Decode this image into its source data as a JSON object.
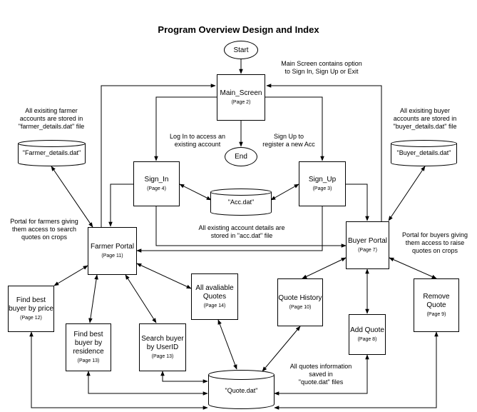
{
  "title": "Program Overview Design and Index",
  "start_label": "Start",
  "end_label": "End",
  "boxes": {
    "main": {
      "name": "Main_Screen",
      "page": "(Page 2)"
    },
    "signin": {
      "name": "Sign_In",
      "page": "(Page 4)"
    },
    "signup": {
      "name": "Sign_Up",
      "page": "(Page 3)"
    },
    "farmer": {
      "name": "Farmer Portal",
      "page": "(Page 11)"
    },
    "buyer": {
      "name": "Buyer Portal",
      "page": "(Page 7)"
    },
    "findprice": {
      "name": "Find best buyer by price",
      "page": "(Page 12)"
    },
    "findres": {
      "name": "Find best buyer by residence",
      "page": "(Page 13)"
    },
    "searchid": {
      "name": "Search buyer by UserID",
      "page": "(Page 13)"
    },
    "allquotes": {
      "name": "All avaliable Quotes",
      "page": "(Page 14)"
    },
    "history": {
      "name": "Quote History",
      "page": "(Page 10)"
    },
    "addquote": {
      "name": "Add Quote",
      "page": "(Page 8)"
    },
    "removequote": {
      "name": "Remove Quote",
      "page": "(Page 9)"
    }
  },
  "stores": {
    "farmer_details": "\"Farmer_details.dat\"",
    "buyer_details": "\"Buyer_details.dat\"",
    "acc": "\"Acc.dat\"",
    "quote": "\"Quote.dat\""
  },
  "notes": {
    "main_options": "Main Screen contains option\nto Sign In, Sign Up or Exit",
    "farmer_accounts": "All exisiting farmer\naccounts are stored in\n\"farmer_details.dat\" file",
    "buyer_accounts": "All exisiting buyer\naccounts are stored in\n\"buyer_details.dat\" file",
    "login": "Log In to access an\nexisting account",
    "signup": "Sign Up to\nregister a new Acc",
    "acc_stored": "All existing account details are\nstored in \"acc.dat\" file",
    "farmer_portal": "Portal for farmers giving\nthem access to search\nquotes on crops",
    "buyer_portal": "Portal for buyers giving\nthem access to raise\nquotes on crops",
    "quotes_saved": "All quotes information\nsaved in\n\"quote.dat\" files"
  }
}
